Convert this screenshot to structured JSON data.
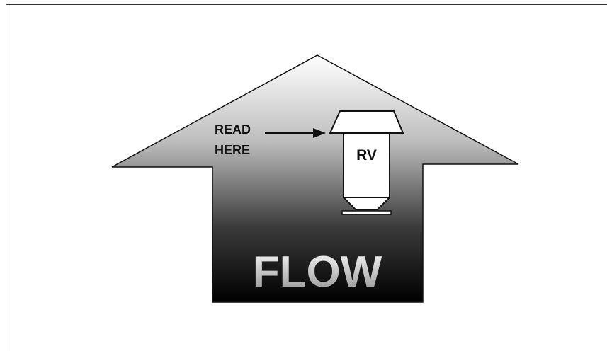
{
  "diagram": {
    "pointer_text_line1": "READ",
    "pointer_text_line2": "HERE",
    "float_label": "RV",
    "flow_label": "FLOW",
    "colors": {
      "arrow_top": "#ffffff",
      "arrow_bottom": "#000000",
      "outline": "#111111",
      "flow_text_top": "#ffffff",
      "flow_text_bottom": "#8c8c8c"
    }
  }
}
